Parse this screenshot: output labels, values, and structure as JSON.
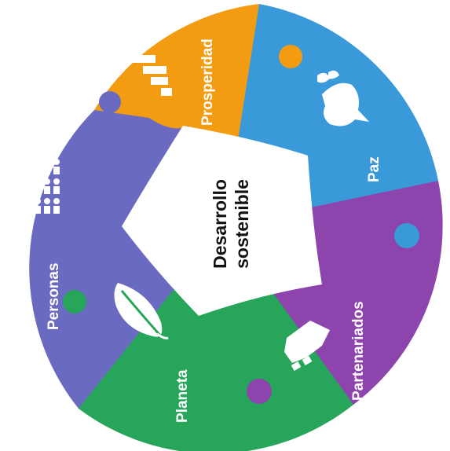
{
  "center": {
    "line1": "Desarrollo",
    "line2": "sostenible"
  },
  "segments": [
    {
      "id": "prosperidad",
      "label": "Prosperidad",
      "color": "#F39C12",
      "icon": "bar-chart-icon"
    },
    {
      "id": "paz",
      "label": "Paz",
      "color": "#3A9AD9",
      "icon": "dove-icon"
    },
    {
      "id": "partenariados",
      "label": "Partenariados",
      "color": "#8E44AD",
      "icon": "handshake-icon"
    },
    {
      "id": "planeta",
      "label": "Planeta",
      "color": "#27A55A",
      "icon": "leaf-icon"
    },
    {
      "id": "personas",
      "label": "Personas",
      "color": "#6A6BC0",
      "icon": "people-icon"
    }
  ]
}
